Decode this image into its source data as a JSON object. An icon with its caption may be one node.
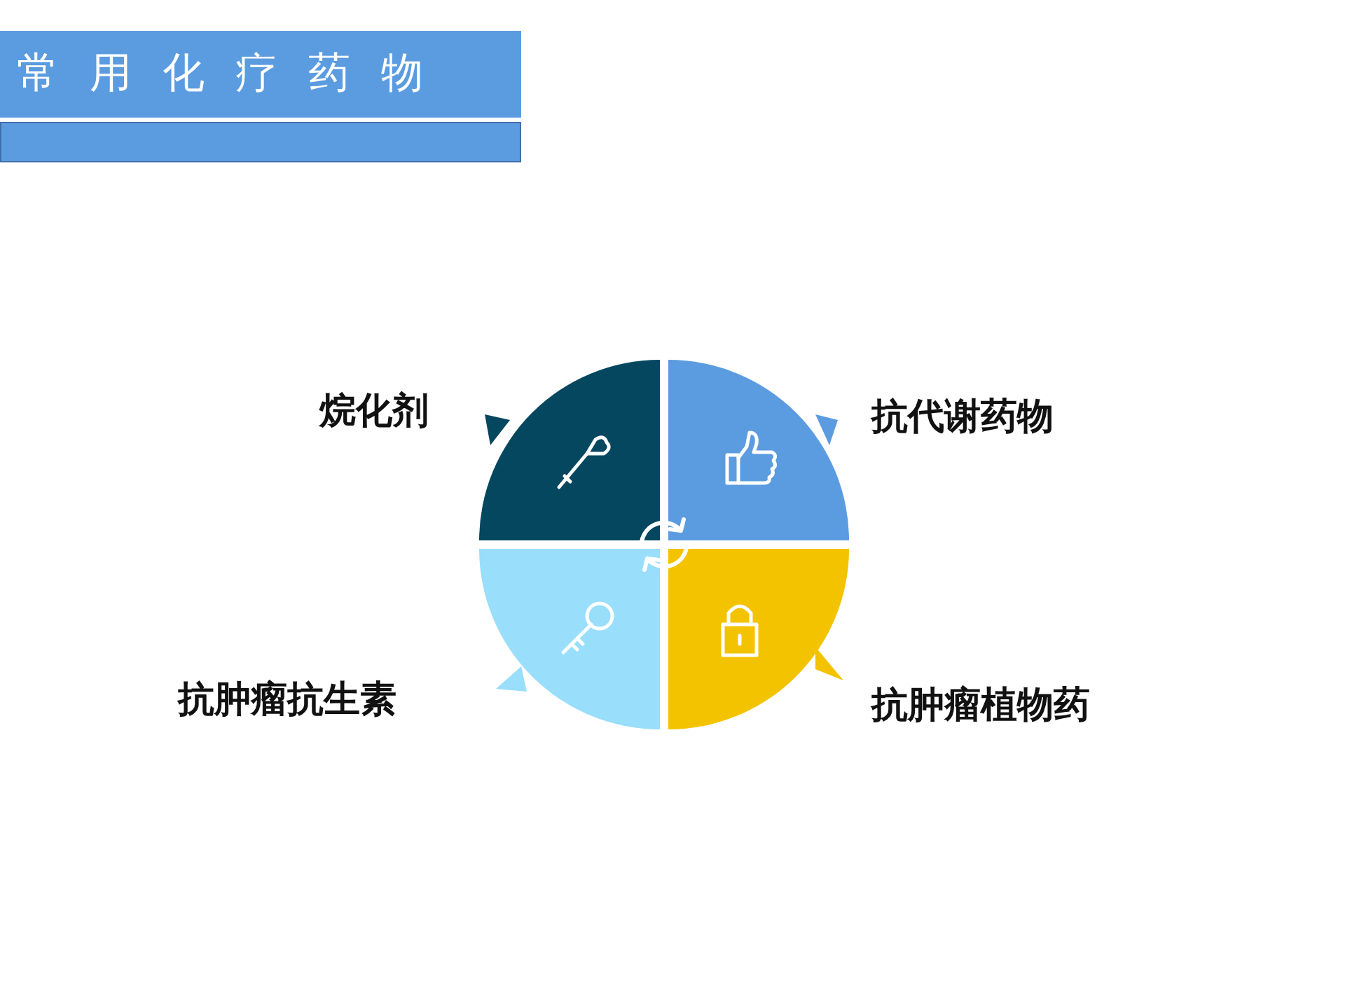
{
  "diagram": {
    "title": "常用化疗药物",
    "nodes": [
      {
        "text": [],
        "shape": "sector",
        "beside": [
          "烷化剂"
        ]
      },
      {
        "text": [],
        "shape": "sector",
        "beside": [
          "抗代谢药物"
        ]
      },
      {
        "text": [],
        "shape": "sector",
        "beside": [
          "抗肿瘤抗生素"
        ]
      },
      {
        "text": [],
        "shape": "sector",
        "beside": [
          "抗肿瘤植物药"
        ]
      },
      {
        "text": [],
        "shape": "bar"
      }
    ]
  }
}
